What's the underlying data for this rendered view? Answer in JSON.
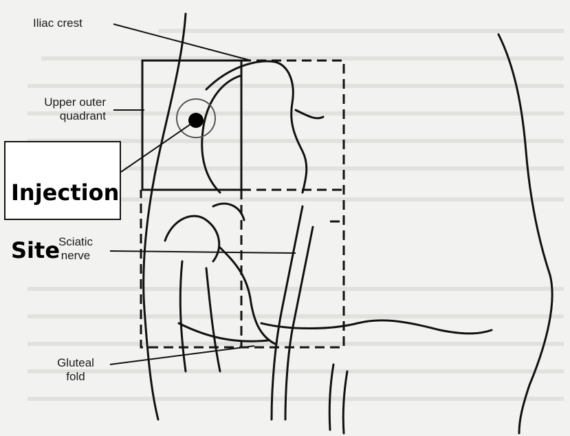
{
  "labels": {
    "iliac_crest": "Iliac crest",
    "upper_outer_line1": "Upper outer",
    "upper_outer_line2": "quadrant",
    "sciatic_line1": "Sciatic",
    "sciatic_line2": "nerve",
    "gluteal_line1": "Gluteal",
    "gluteal_line2": "fold",
    "injection_line1": "Injection",
    "injection_line2": "Site"
  },
  "colors": {
    "ink": "#1a1a1a",
    "background": "#f2f2f0",
    "box_fill": "#ffffff"
  }
}
